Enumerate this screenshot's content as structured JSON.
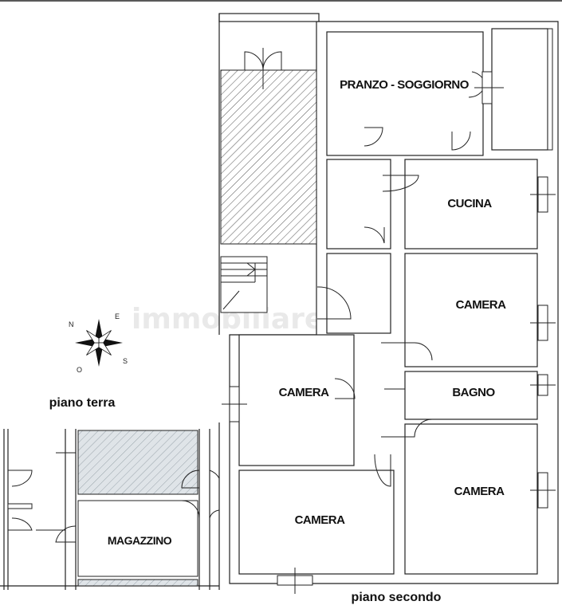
{
  "watermark": "immobiliare.it",
  "floors": {
    "ground": {
      "label": "piano terra",
      "rooms": [
        {
          "id": "magazzino",
          "label": "MAGAZZINO"
        }
      ]
    },
    "second": {
      "label": "piano secondo",
      "rooms": [
        {
          "id": "pranzo",
          "label": "PRANZO - SOGGIORNO"
        },
        {
          "id": "cucina",
          "label": "CUCINA"
        },
        {
          "id": "camera-1",
          "label": "CAMERA"
        },
        {
          "id": "bagno",
          "label": "BAGNO"
        },
        {
          "id": "camera-2",
          "label": "CAMERA"
        },
        {
          "id": "camera-3",
          "label": "CAMERA"
        },
        {
          "id": "camera-4",
          "label": "CAMERA"
        }
      ]
    }
  },
  "compass": {
    "letters": {
      "n": "N",
      "e": "E",
      "s": "S",
      "o": "O"
    }
  }
}
